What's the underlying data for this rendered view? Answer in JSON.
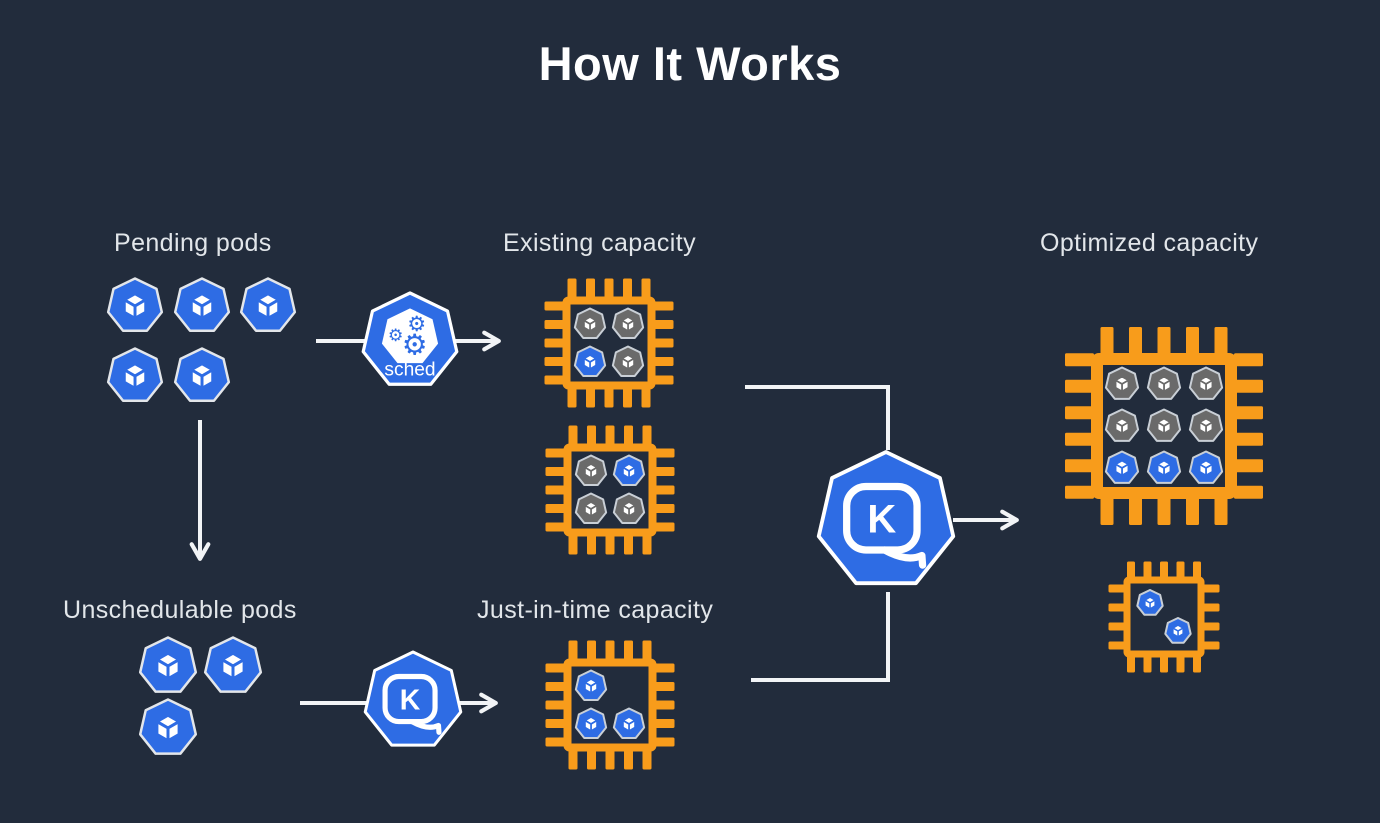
{
  "title": "How It Works",
  "labels": {
    "pending": "Pending pods",
    "existing": "Existing capacity",
    "unschedulable": "Unschedulable pods",
    "jit": "Just-in-time capacity",
    "optimized": "Optimized capacity"
  },
  "icons": {
    "scheduler": {
      "name": "kube-scheduler",
      "text": "sched"
    },
    "karpenter": {
      "name": "karpenter",
      "letter": "K"
    }
  },
  "pod_groups": {
    "pending": {
      "pod_count": 5,
      "rows": [
        3,
        2
      ],
      "color": "blue"
    },
    "unschedulable": {
      "pod_count": 3,
      "rows": [
        2,
        1
      ],
      "color": "blue"
    }
  },
  "chips": {
    "existing_top": {
      "grid": [
        2,
        2
      ],
      "pods": [
        "gray",
        "gray",
        "blue",
        "gray"
      ]
    },
    "existing_bottom": {
      "grid": [
        2,
        2
      ],
      "pods": [
        "gray",
        "blue",
        "gray",
        "gray"
      ]
    },
    "jit": {
      "grid": [
        2,
        2
      ],
      "pods": [
        "blue",
        null,
        "blue",
        "blue"
      ]
    },
    "optimized_large": {
      "grid": [
        3,
        3
      ],
      "pods": [
        "gray",
        "gray",
        "gray",
        "gray",
        "gray",
        "gray",
        "blue",
        "blue",
        "blue"
      ]
    },
    "optimized_small": {
      "grid": [
        2,
        2
      ],
      "pods": [
        "blue",
        null,
        null,
        "blue"
      ]
    }
  },
  "colors": {
    "background": "#222c3c",
    "pod_blue": "#2e6ce4",
    "pod_gray": "#6a6a6a",
    "chip_orange": "#f89c1b",
    "line_white": "#f2f4f6",
    "label_text": "#e2e6ea",
    "title_text": "#ffffff"
  }
}
